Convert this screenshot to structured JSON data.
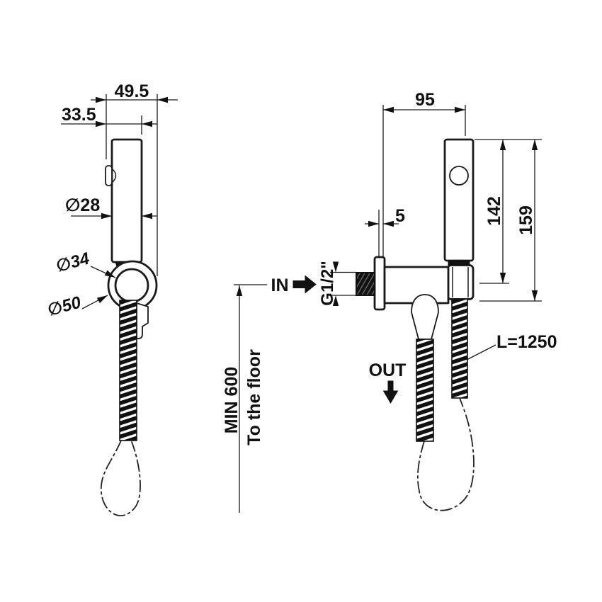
{
  "side_view": {
    "depth_total": "49.5",
    "depth_to_button": "33.5",
    "handle_diameter": "∅28",
    "bracket_inner_diameter": "∅34",
    "bracket_outer_diameter": "∅50"
  },
  "front_view": {
    "width_from_wall": "95",
    "flange_thickness": "5",
    "handle_length": "142",
    "overall_length": "159",
    "inlet_thread": "G1/2\"",
    "inlet": "IN",
    "outlet": "OUT",
    "hose_length": "L=1250"
  },
  "installation": {
    "min_distance": "MIN 600",
    "reference": "To the floor"
  }
}
